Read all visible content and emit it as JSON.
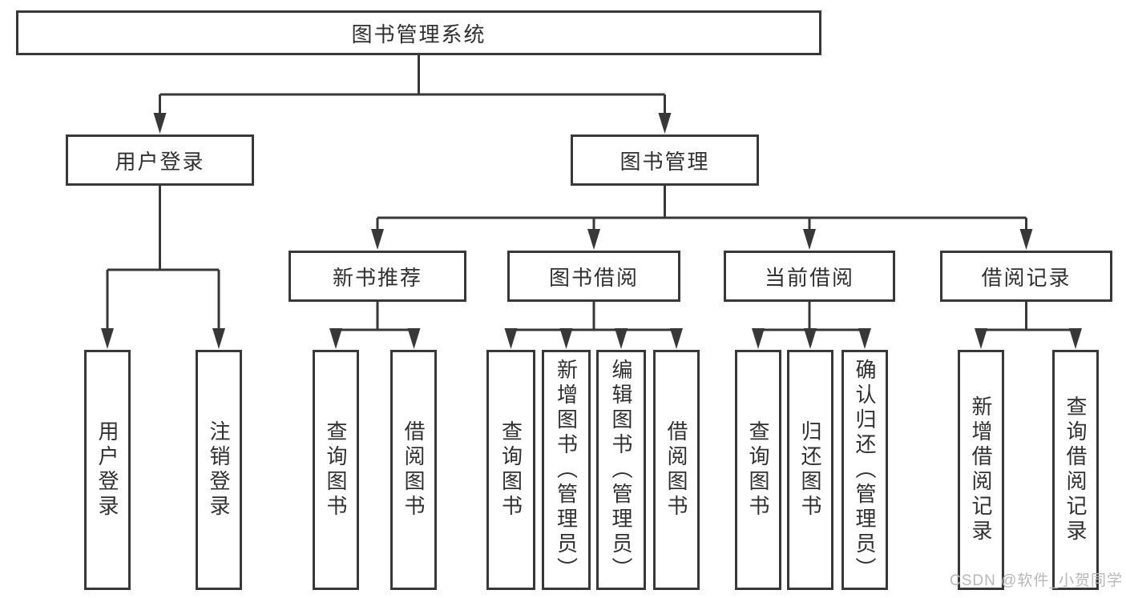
{
  "tree": {
    "root": {
      "label": "图书管理系统"
    },
    "children": [
      {
        "label": "用户登录",
        "children": [
          {
            "label": "用户登录"
          },
          {
            "label": "注销登录"
          }
        ]
      },
      {
        "label": "图书管理",
        "children": [
          {
            "label": "新书推荐",
            "children": [
              {
                "label": "查询图书"
              },
              {
                "label": "借阅图书"
              }
            ]
          },
          {
            "label": "图书借阅",
            "children": [
              {
                "label": "查询图书"
              },
              {
                "label": "新增图书（管理员）"
              },
              {
                "label": "编辑图书（管理员）"
              },
              {
                "label": "借阅图书"
              }
            ]
          },
          {
            "label": "当前借阅",
            "children": [
              {
                "label": "查询图书"
              },
              {
                "label": "归还图书"
              },
              {
                "label": "确认归还（管理员）"
              }
            ]
          },
          {
            "label": "借阅记录",
            "children": [
              {
                "label": "新增借阅记录"
              },
              {
                "label": "查询借阅记录"
              }
            ]
          }
        ]
      }
    ]
  },
  "watermark": {
    "text": "CSDN @软件_小贺同学"
  },
  "colors": {
    "line": "#383838",
    "text": "#303030",
    "background": "#ffffff",
    "watermark": "#b8b8b8"
  }
}
